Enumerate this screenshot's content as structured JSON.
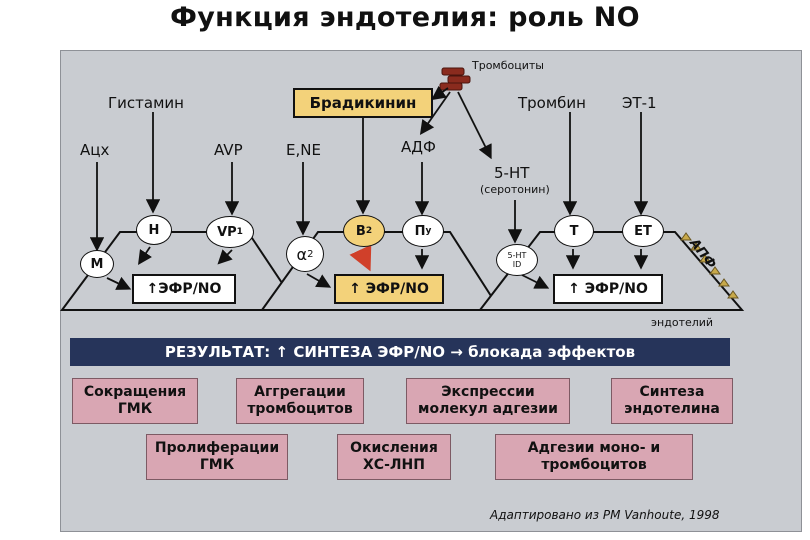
{
  "title": "Функция эндотелия: роль NO",
  "agonists": {
    "gistamin": "Гистамин",
    "ach": "Ацх",
    "avp": "AVP",
    "ene": "E,NE",
    "bradykinin": "Брадикинин",
    "adf": "АДФ",
    "ht5": "5-НТ",
    "serotonin": "(серотонин)",
    "trombocity": "Тромбоциты",
    "trombin": "Тромбин",
    "et1": "ЭТ-1"
  },
  "receptors": {
    "m": "M",
    "h": "H",
    "vp": "VP",
    "vp_sub": "1",
    "alpha": "α",
    "alpha_sub": "2",
    "b": "B",
    "b_sub": "2",
    "p": "П",
    "p_sub": "у",
    "ht_a": "5-НТ",
    "ht_b": "ID",
    "t": "T",
    "et": "ЕТ"
  },
  "outputs": {
    "cell1": "↑ЭФР/NO",
    "cell2": "↑ ЭФР/NO",
    "cell3": "↑ ЭФР/NO"
  },
  "apf": "АПФ",
  "endothelium": "эндотелий",
  "result": "РЕЗУЛЬТАТ: ↑ СИНТЕЗА ЭФР/NO → блокада эффектов",
  "effects": {
    "e1": "Сокращения ГМК",
    "e2": "Аггрегации тромбоцитов",
    "e3": "Экспрессии молекул адгезии",
    "e4": "Синтеза эндотелина",
    "e5": "Пролиферации ГМК",
    "e6": "Окисления ХС-ЛНП",
    "e7": "Адгезии моно- и тромбоцитов"
  },
  "credit": "Адаптировано из PM Vanhoute, 1998",
  "colors": {
    "panel": "#c9ccd1",
    "highlight": "#f3d27a",
    "result_bar": "#26345a",
    "effect_box": "#d9a6b3",
    "red_arrow": "#d0402a"
  }
}
